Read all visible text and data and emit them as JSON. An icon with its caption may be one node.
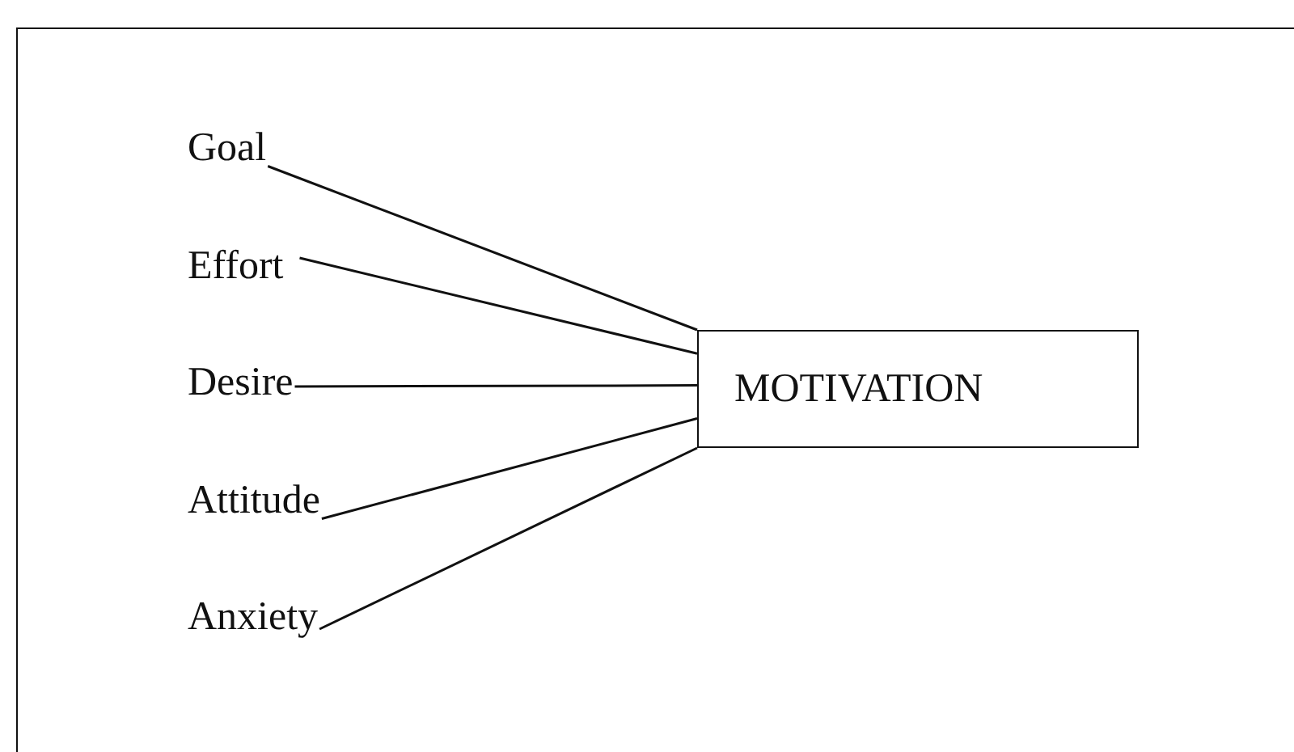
{
  "diagram": {
    "nodes": [
      {
        "text": [
          "Goal"
        ]
      },
      {
        "text": [
          "Effort"
        ]
      },
      {
        "text": [
          "Desire"
        ]
      },
      {
        "text": [
          "Attitude"
        ]
      },
      {
        "text": [
          "Anxiety"
        ]
      },
      {
        "text": [
          "MOTIVATION"
        ]
      }
    ],
    "edges": [
      {
        "from": 0,
        "to": 5,
        "arrow": "none"
      },
      {
        "from": 1,
        "to": 5,
        "arrow": "none"
      },
      {
        "from": 2,
        "to": 5,
        "arrow": "none"
      },
      {
        "from": 3,
        "to": 5,
        "arrow": "none"
      },
      {
        "from": 4,
        "to": 5,
        "arrow": "none"
      }
    ]
  }
}
